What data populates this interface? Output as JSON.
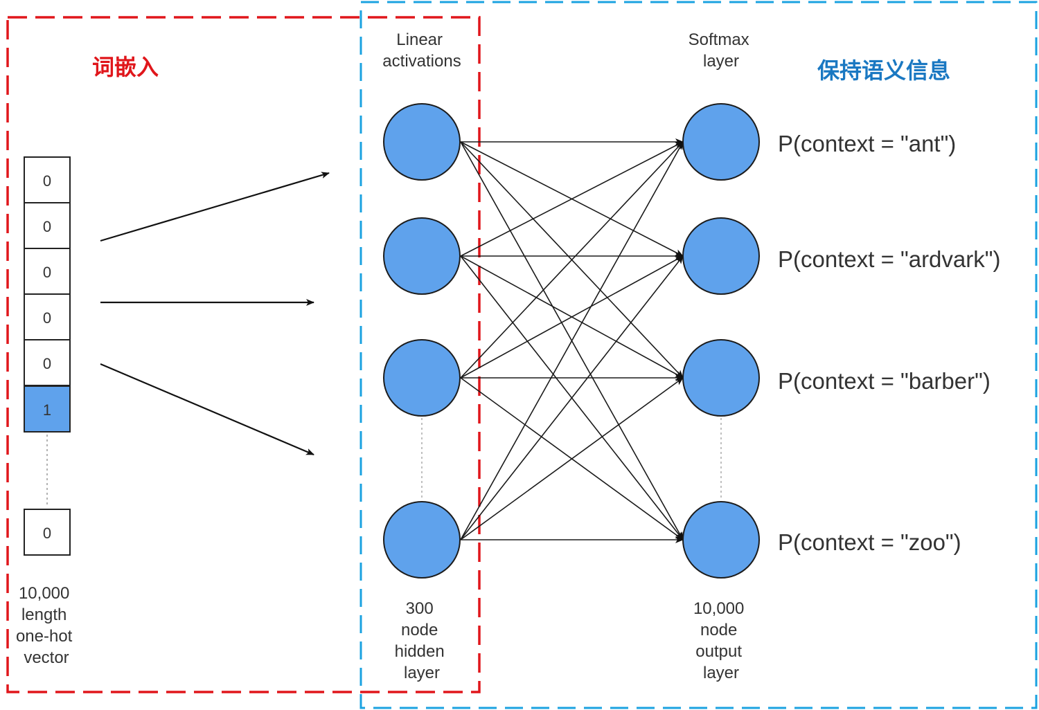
{
  "colors": {
    "red_dash": "#e0161b",
    "blue_dash": "#1aa2e0",
    "node_fill": "#5fa2ec",
    "node_stroke": "#1c1c1c",
    "cell_active": "#5fa2ec",
    "edge": "#1a1a1a",
    "red_text": "#e0161b",
    "blue_text": "#1a78c2"
  },
  "regions": {
    "embedding": "词嵌入",
    "semantic": "保持语义信息"
  },
  "input": {
    "cells": [
      "0",
      "0",
      "0",
      "0",
      "0",
      "1"
    ],
    "active_index": 5,
    "last_cell": "0",
    "label": [
      "10,000",
      "length",
      "one-hot",
      "vector"
    ]
  },
  "hidden": {
    "header": [
      "Linear",
      "activations"
    ],
    "label": [
      "300",
      "node",
      "hidden",
      "layer"
    ]
  },
  "output": {
    "header": [
      "Softmax",
      "layer"
    ],
    "label": [
      "10,000",
      "node",
      "output",
      "layer"
    ],
    "probs": [
      "P(context = \"ant\")",
      "P(context = \"ardvark\")",
      "P(context = \"barber\")",
      "P(context = \"zoo\")"
    ]
  }
}
